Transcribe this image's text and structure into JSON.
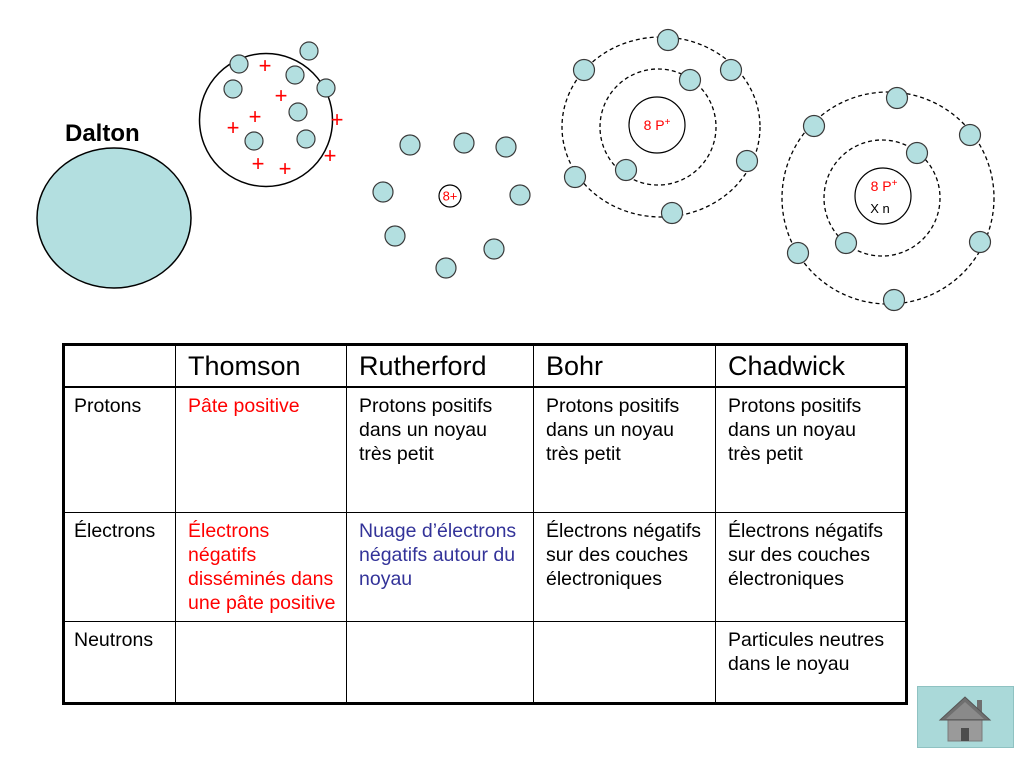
{
  "dalton": {
    "label": "Dalton"
  },
  "thomson": {
    "plus_sign": "+"
  },
  "rutherford": {
    "nucleus_label": "8+"
  },
  "bohr": {
    "nucleus_label": "8 P",
    "nucleus_superscript": "+"
  },
  "chadwick": {
    "nucleus_label": "8 P",
    "nucleus_superscript": "+",
    "neutron_label": "X n"
  },
  "table": {
    "headers": [
      "Thomson",
      "Rutherford",
      "Bohr",
      "Chadwick"
    ],
    "rows": [
      {
        "label": "Protons",
        "cells": [
          "Pâte positive",
          "Protons positifs dans un noyau très petit",
          "Protons positifs dans un noyau très petit",
          "Protons positifs dans un noyau très petit"
        ]
      },
      {
        "label": "Électrons",
        "cells": [
          "Électrons négatifs disséminés dans une pâte positive",
          "Nuage d’électrons négatifs autour du noyau",
          "Électrons négatifs sur des couches électroniques",
          "Électrons négatifs sur des couches électroniques"
        ]
      },
      {
        "label": "Neutrons",
        "cells": [
          "",
          "",
          "",
          "Particules neutres dans le noyau"
        ]
      }
    ]
  },
  "colors": {
    "atom_fill": "#b3dfe0",
    "charge_red": "#ff0000",
    "cloud_blue": "#333399",
    "text": "#000000",
    "home_button_fill": "#aad9d9"
  },
  "icons": {
    "home": "home-icon"
  }
}
